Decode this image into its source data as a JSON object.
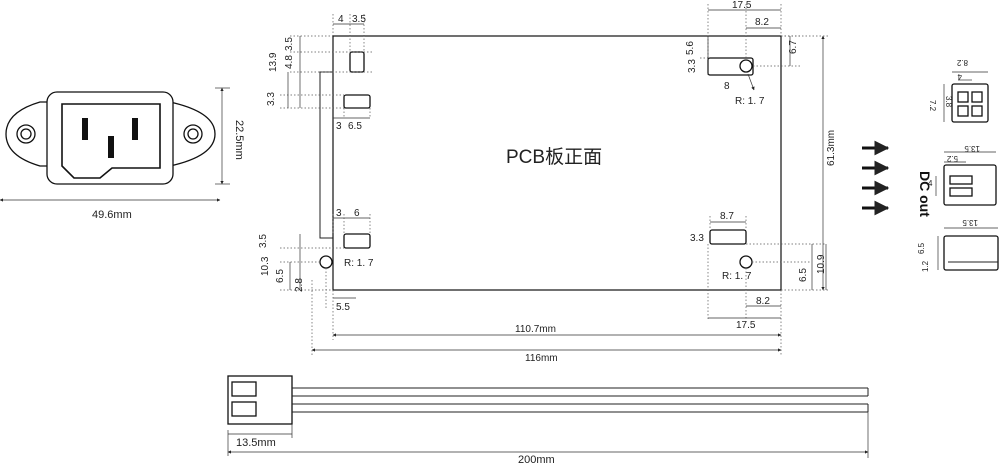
{
  "ac_inlet": {
    "height_dim": "22.5mm",
    "width_dim": "49.6mm"
  },
  "pcb": {
    "title": "PCB板正面",
    "width_dim": "110.7mm",
    "overall_dim": "116mm",
    "height_dim": "61.3mm",
    "top_left": {
      "d1": "4",
      "d2": "3.5",
      "v1": "3.5",
      "v2": "4.8",
      "v3": "13.9",
      "v4": "3.3",
      "h1": "3",
      "h2": "6.5"
    },
    "top_right": {
      "top": "17.5",
      "sub": "8.2",
      "v1": "5.6",
      "v2": "3.3",
      "right": "6.7",
      "w": "8",
      "radius": "R: 1. 7"
    },
    "bottom_left": {
      "h1": "3",
      "h2": "6",
      "v1": "3.5",
      "v2": "10.3",
      "v3": "6.5",
      "v4": "2.8",
      "bottom": "5.5",
      "radius": "R: 1. 7"
    },
    "bottom_right": {
      "w": "8.7",
      "v": "3.3",
      "radius": "R: 1. 7",
      "right1": "6.5",
      "right2": "10.9",
      "sub": "8.2",
      "bottom": "17.5"
    }
  },
  "dc_out": {
    "label": "DC out",
    "conn_top": {
      "d1": "8.2",
      "d2": "4",
      "d3": "3.8",
      "d4": "7.2"
    },
    "conn_mid": {
      "d1": "13.5",
      "d2": "5.2",
      "d3": "4"
    },
    "conn_bot": {
      "d1": "13.5",
      "d2": "6.5",
      "d3": "1.2"
    }
  },
  "cable": {
    "connector_dim": "13.5mm",
    "length_dim": "200mm"
  }
}
